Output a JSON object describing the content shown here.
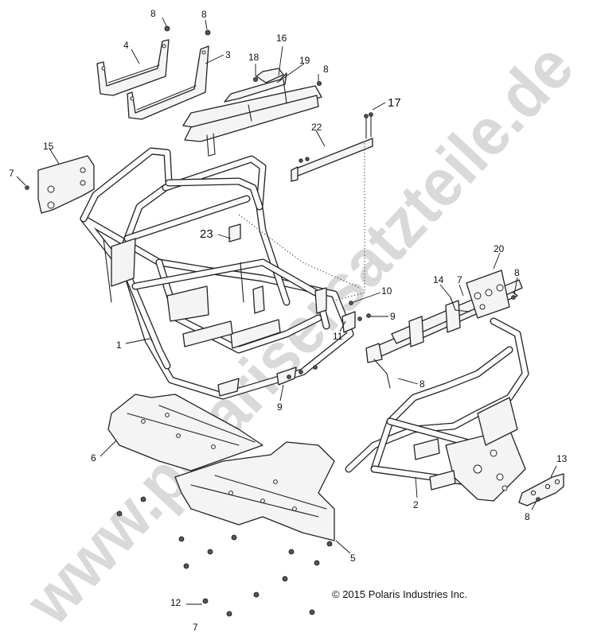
{
  "diagram": {
    "callouts": [
      {
        "id": "c8a",
        "label": "8"
      },
      {
        "id": "c8b",
        "label": "8"
      },
      {
        "id": "c4",
        "label": "4"
      },
      {
        "id": "c3",
        "label": "3"
      },
      {
        "id": "c16",
        "label": "16"
      },
      {
        "id": "c18",
        "label": "18"
      },
      {
        "id": "c19",
        "label": "19"
      },
      {
        "id": "c8c",
        "label": "8"
      },
      {
        "id": "c17",
        "label": "17"
      },
      {
        "id": "c22",
        "label": "22"
      },
      {
        "id": "c15",
        "label": "15"
      },
      {
        "id": "c7a",
        "label": "7"
      },
      {
        "id": "c23",
        "label": "23"
      },
      {
        "id": "c20",
        "label": "20"
      },
      {
        "id": "c8d",
        "label": "8"
      },
      {
        "id": "c14",
        "label": "14"
      },
      {
        "id": "c7b",
        "label": "7"
      },
      {
        "id": "c10",
        "label": "10"
      },
      {
        "id": "c9a",
        "label": "9"
      },
      {
        "id": "c1",
        "label": "1"
      },
      {
        "id": "c11",
        "label": "11"
      },
      {
        "id": "c8e",
        "label": "8"
      },
      {
        "id": "c9b",
        "label": "9"
      },
      {
        "id": "c6",
        "label": "6"
      },
      {
        "id": "c2",
        "label": "2"
      },
      {
        "id": "c13",
        "label": "13"
      },
      {
        "id": "c8f",
        "label": "8"
      },
      {
        "id": "c5",
        "label": "5"
      },
      {
        "id": "c12",
        "label": "12"
      },
      {
        "id": "c7c",
        "label": "7"
      }
    ],
    "copyright": "© 2015 Polaris Industries Inc.",
    "watermark": "www.polarisersatzteile.de"
  }
}
